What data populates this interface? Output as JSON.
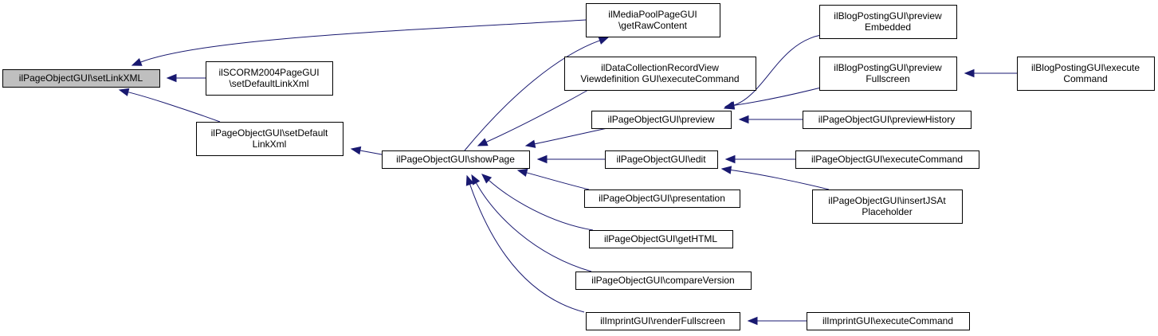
{
  "colors": {
    "edge": "#191970",
    "root_fill": "#bfbfbf",
    "node_fill": "#ffffff",
    "border": "#000000"
  },
  "nodes": {
    "n_setlinkxml": {
      "lines": [
        "ilPageObjectGUI\\setLinkXML"
      ],
      "root": true
    },
    "n_mediapool": {
      "lines": [
        "ilMediaPoolPageGUI",
        "\\getRawContent"
      ]
    },
    "n_scorm": {
      "lines": [
        "ilSCORM2004PageGUI",
        "\\setDefaultLinkXml"
      ]
    },
    "n_setdefault": {
      "lines": [
        "ilPageObjectGUI\\setDefault",
        "LinkXml"
      ]
    },
    "n_showpage": {
      "lines": [
        "ilPageObjectGUI\\showPage"
      ]
    },
    "n_datacoll": {
      "lines": [
        "ilDataCollectionRecordView",
        "Viewdefinition GUI\\executeCommand"
      ]
    },
    "n_preview": {
      "lines": [
        "ilPageObjectGUI\\preview"
      ]
    },
    "n_edit": {
      "lines": [
        "ilPageObjectGUI\\edit"
      ]
    },
    "n_presentation": {
      "lines": [
        "ilPageObjectGUI\\presentation"
      ]
    },
    "n_gethtml": {
      "lines": [
        "ilPageObjectGUI\\getHTML"
      ]
    },
    "n_compare": {
      "lines": [
        "ilPageObjectGUI\\compareVersion"
      ]
    },
    "n_imprint_render": {
      "lines": [
        "ilImprintGUI\\renderFullscreen"
      ]
    },
    "n_blog_embedded": {
      "lines": [
        "ilBlogPostingGUI\\preview",
        "Embedded"
      ]
    },
    "n_blog_fullscreen": {
      "lines": [
        "ilBlogPostingGUI\\preview",
        "Fullscreen"
      ]
    },
    "n_blog_exec": {
      "lines": [
        "ilBlogPostingGUI\\execute",
        "Command"
      ]
    },
    "n_previewhistory": {
      "lines": [
        "ilPageObjectGUI\\previewHistory"
      ]
    },
    "n_pog_exec": {
      "lines": [
        "ilPageObjectGUI\\executeCommand"
      ]
    },
    "n_insertjs": {
      "lines": [
        "ilPageObjectGUI\\insertJSAt",
        "Placeholder"
      ]
    },
    "n_imprint_exec": {
      "lines": [
        "ilImprintGUI\\executeCommand"
      ]
    }
  },
  "edges": [
    {
      "from": "n_mediapool",
      "to": "n_setlinkxml"
    },
    {
      "from": "n_scorm",
      "to": "n_setlinkxml"
    },
    {
      "from": "n_setdefault",
      "to": "n_setlinkxml"
    },
    {
      "from": "n_showpage",
      "to": "n_mediapool"
    },
    {
      "from": "n_showpage",
      "to": "n_setdefault"
    },
    {
      "from": "n_datacoll",
      "to": "n_showpage"
    },
    {
      "from": "n_preview",
      "to": "n_showpage"
    },
    {
      "from": "n_edit",
      "to": "n_showpage"
    },
    {
      "from": "n_presentation",
      "to": "n_showpage"
    },
    {
      "from": "n_gethtml",
      "to": "n_showpage"
    },
    {
      "from": "n_compare",
      "to": "n_showpage"
    },
    {
      "from": "n_imprint_render",
      "to": "n_showpage"
    },
    {
      "from": "n_blog_embedded",
      "to": "n_preview"
    },
    {
      "from": "n_blog_fullscreen",
      "to": "n_preview"
    },
    {
      "from": "n_previewhistory",
      "to": "n_preview"
    },
    {
      "from": "n_blog_exec",
      "to": "n_blog_fullscreen"
    },
    {
      "from": "n_pog_exec",
      "to": "n_edit"
    },
    {
      "from": "n_insertjs",
      "to": "n_edit"
    },
    {
      "from": "n_imprint_exec",
      "to": "n_imprint_render"
    }
  ]
}
